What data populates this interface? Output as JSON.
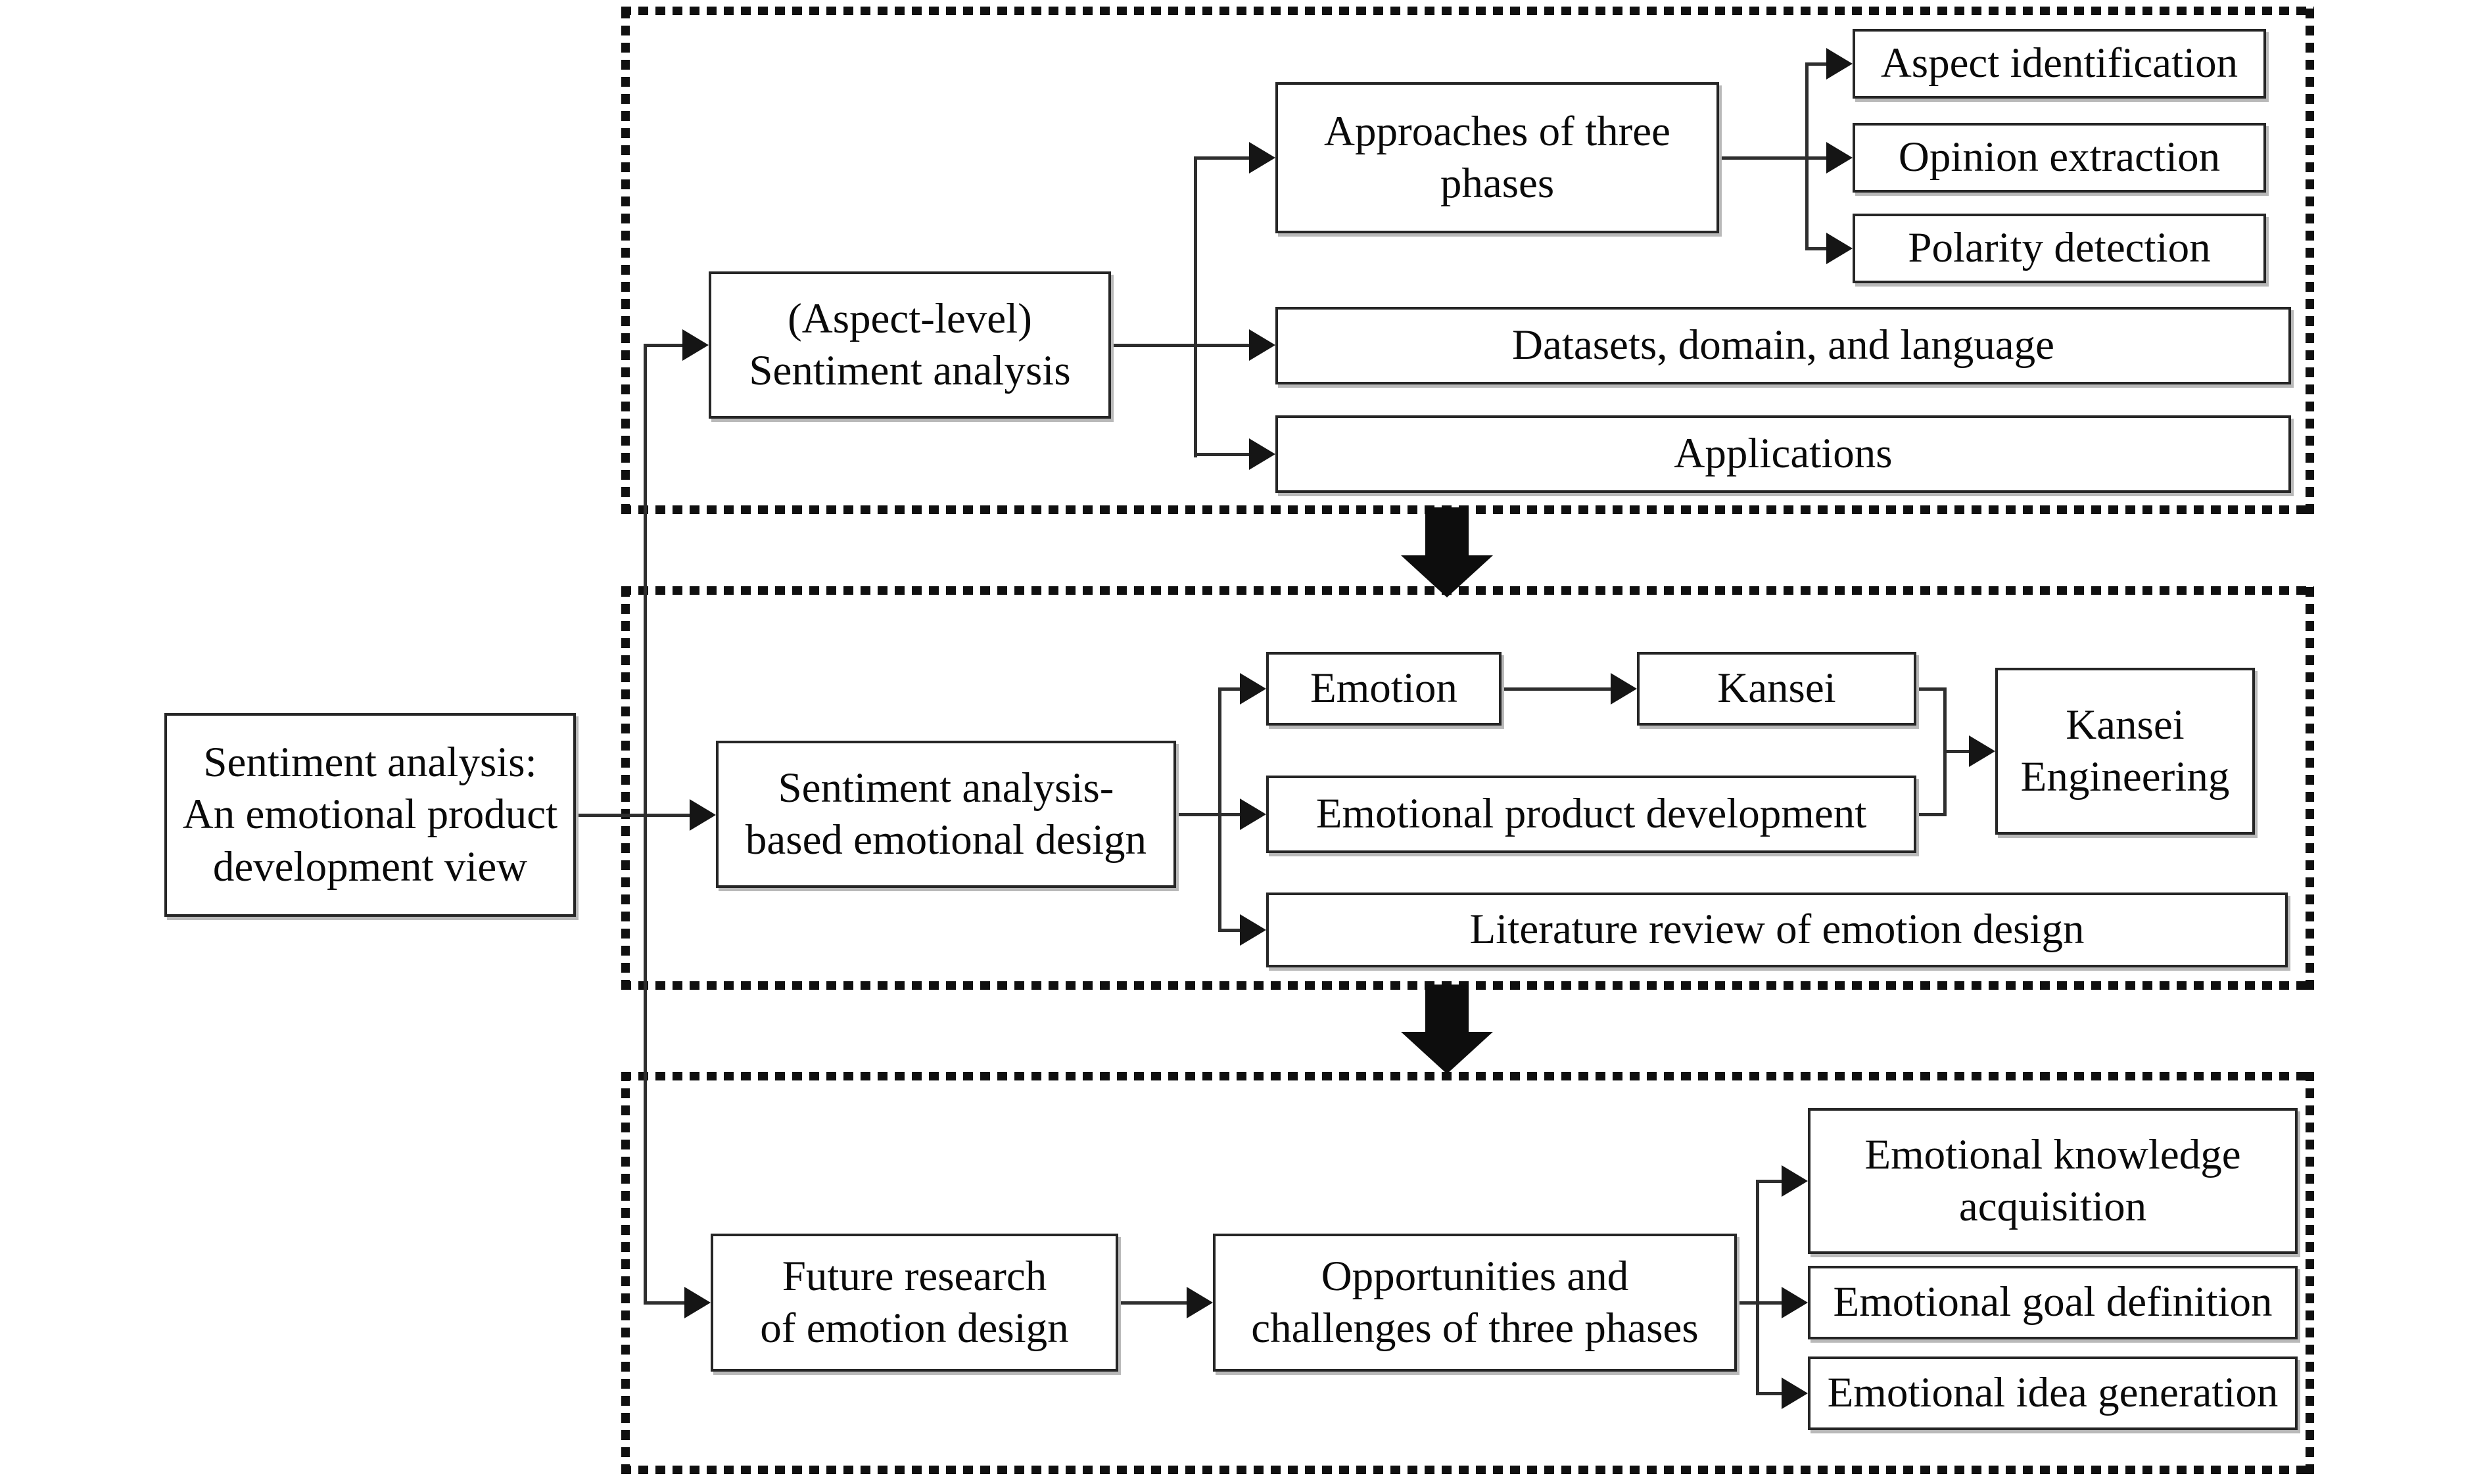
{
  "diagram": {
    "source": {
      "label": "Sentiment analysis:\nAn emotional product\ndevelopment view"
    },
    "phase1": {
      "main": "(Aspect-level)\nSentiment analysis",
      "approaches": "Approaches of three\nphases",
      "approach_steps": [
        "Aspect identification",
        "Opinion extraction",
        "Polarity detection"
      ],
      "datasets": "Datasets, domain, and language",
      "applications": "Applications"
    },
    "phase2": {
      "main": "Sentiment analysis-\nbased emotional design",
      "emotion": "Emotion",
      "kansei": "Kansei",
      "kansei_engineering": "Kansei\nEngineering",
      "product_development": "Emotional product development",
      "literature": "Literature review of emotion design"
    },
    "phase3": {
      "main": "Future research\nof emotion design",
      "opportunities": "Opportunities and\nchallenges of three phases",
      "steps": [
        "Emotional knowledge\nacquisition",
        "Emotional goal definition",
        "Emotional idea generation"
      ]
    },
    "colors": {
      "background": "#ffffff",
      "box_fill": "#ffffff",
      "box_border": "#262626",
      "box_shadow": "#b9b9b9",
      "line": "#2e2e2e",
      "frame_dash": "#101010",
      "arrow_fill": "#0d0d0d",
      "text": "#0a0a0a"
    }
  }
}
